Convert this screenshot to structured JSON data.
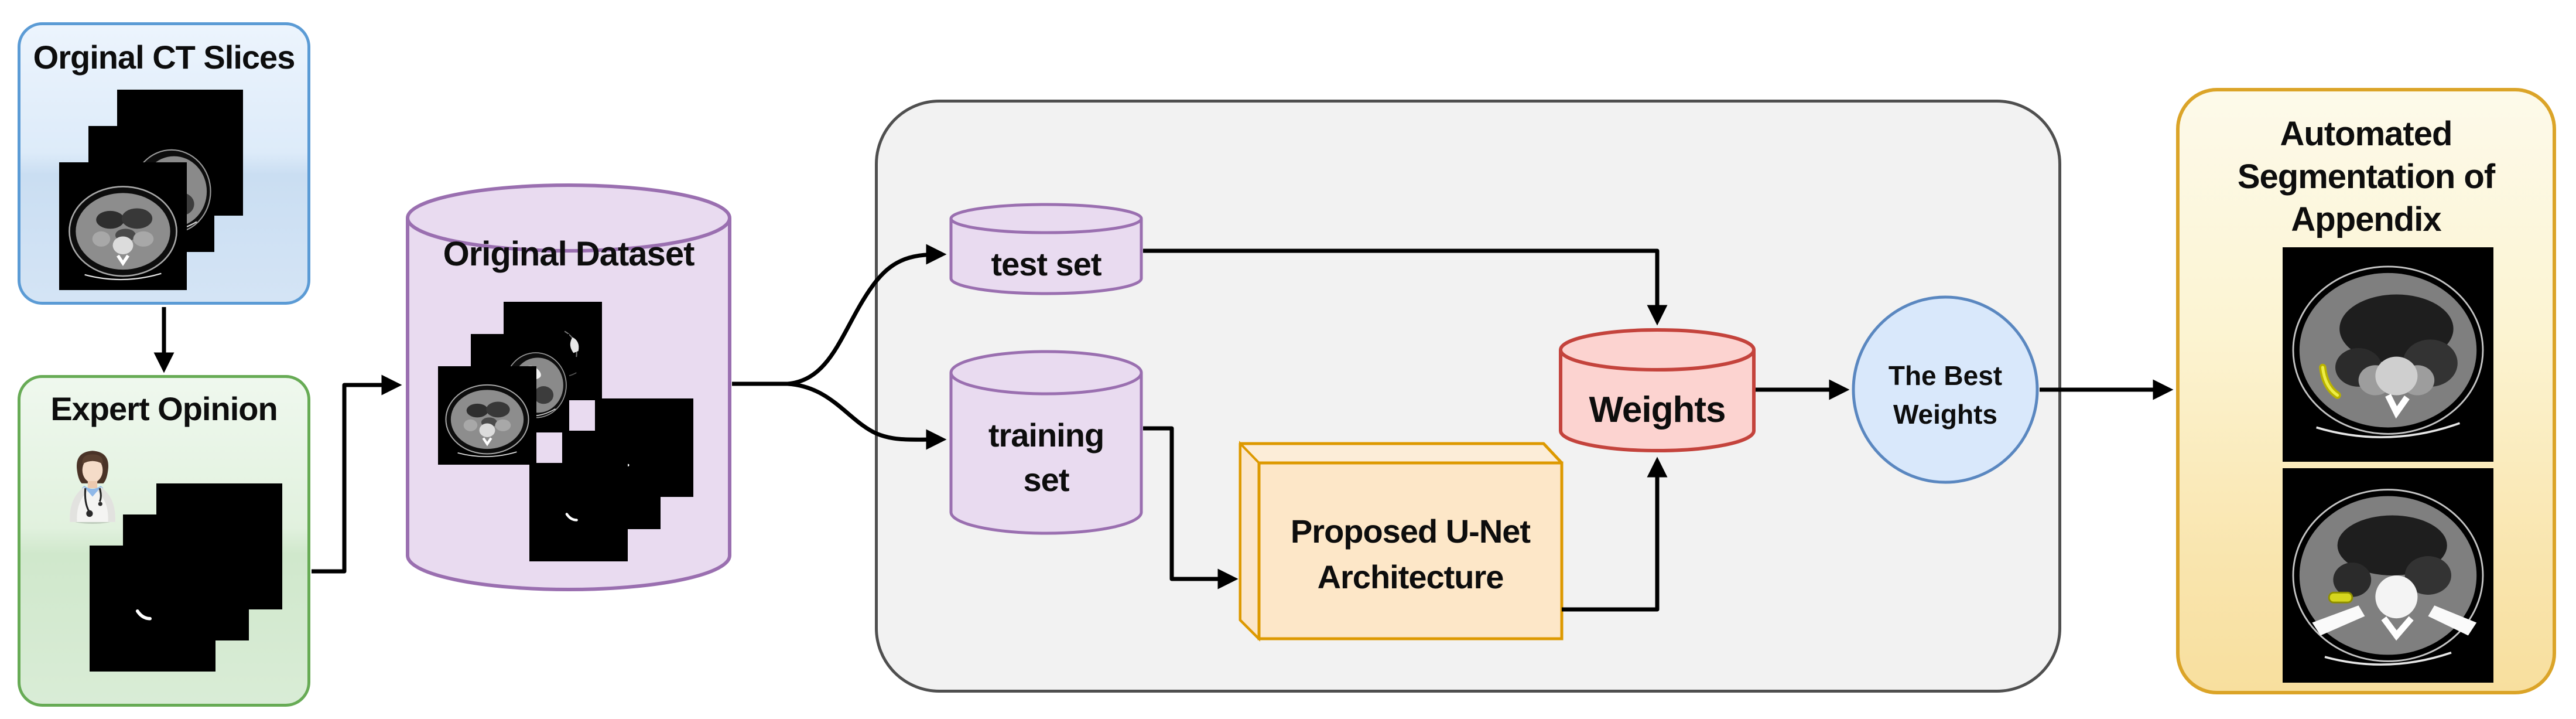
{
  "diagram": {
    "title_context": "CT appendix segmentation training pipeline",
    "nodes": {
      "original_ct": {
        "title": "Orginal CT Slices",
        "accent": "#5b9bd5"
      },
      "expert_opinion": {
        "title": "Expert Opinion",
        "accent": "#67ab55"
      },
      "original_dataset": {
        "label": "Original Dataset",
        "accent": "#9a6fb0",
        "fill": "#e9dbf0"
      },
      "test_set": {
        "label": "test set",
        "accent": "#9a6fb0",
        "fill": "#e9dbf0"
      },
      "training_set": {
        "lines": [
          "training",
          "set"
        ],
        "accent": "#9a6fb0",
        "fill": "#e9dbf0"
      },
      "proposed_unet": {
        "lines": [
          "Proposed U-Net",
          "Architecture"
        ],
        "accent": "#dd9900",
        "fill": "#fde7c8"
      },
      "weights": {
        "label": "Weights",
        "accent": "#c4433c",
        "fill": "#fcd3d0"
      },
      "best_weights": {
        "lines": [
          "The Best",
          "Weights"
        ],
        "accent": "#5a87c0",
        "fill": "#d9e8fb"
      },
      "automated_segmentation": {
        "title_lines": [
          "Automated",
          "Segmentation of",
          "Appendix"
        ],
        "accent": "#dba428"
      }
    },
    "icons": {
      "doctor": "doctor-avatar-icon",
      "ct_slice": "ct-scan-image",
      "mask_slice": "segmentation-mask-image",
      "segmented_ct": "segmented-ct-image"
    },
    "arrow_color": "#000000",
    "container_fill": "#f2f2f2"
  }
}
